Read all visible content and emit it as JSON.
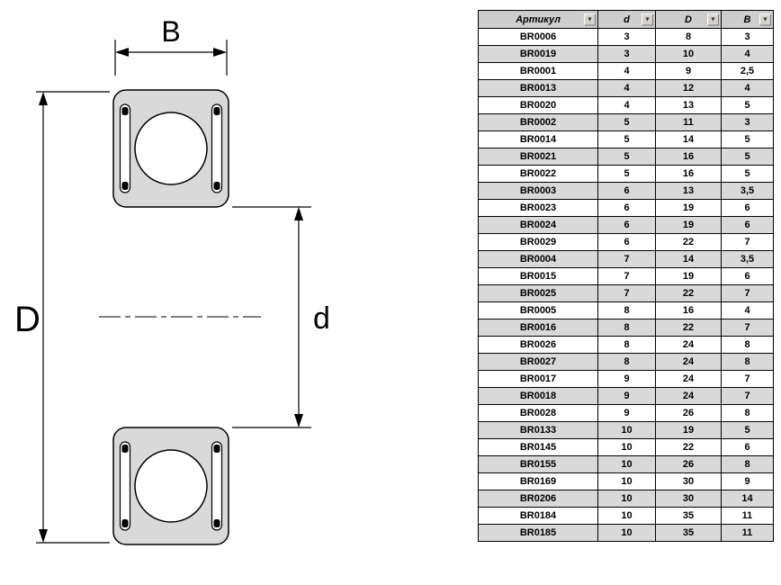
{
  "diagram": {
    "label_B": "B",
    "label_D": "D",
    "label_d": "d"
  },
  "icons": {
    "filter_dropdown": "▼"
  },
  "colors": {
    "header_bg": "#cdcdcd",
    "row_alt": "#d9d9d9",
    "bearing_fill": "#d9d9d9"
  },
  "table": {
    "headers": [
      {
        "key": "article",
        "label": "Артикул"
      },
      {
        "key": "d",
        "label": "d"
      },
      {
        "key": "D",
        "label": "D"
      },
      {
        "key": "B",
        "label": "B"
      }
    ],
    "rows": [
      [
        "BR0006",
        "3",
        "8",
        "3"
      ],
      [
        "BR0019",
        "3",
        "10",
        "4"
      ],
      [
        "BR0001",
        "4",
        "9",
        "2,5"
      ],
      [
        "BR0013",
        "4",
        "12",
        "4"
      ],
      [
        "BR0020",
        "4",
        "13",
        "5"
      ],
      [
        "BR0002",
        "5",
        "11",
        "3"
      ],
      [
        "BR0014",
        "5",
        "14",
        "5"
      ],
      [
        "BR0021",
        "5",
        "16",
        "5"
      ],
      [
        "BR0022",
        "5",
        "16",
        "5"
      ],
      [
        "BR0003",
        "6",
        "13",
        "3,5"
      ],
      [
        "BR0023",
        "6",
        "19",
        "6"
      ],
      [
        "BR0024",
        "6",
        "19",
        "6"
      ],
      [
        "BR0029",
        "6",
        "22",
        "7"
      ],
      [
        "BR0004",
        "7",
        "14",
        "3,5"
      ],
      [
        "BR0015",
        "7",
        "19",
        "6"
      ],
      [
        "BR0025",
        "7",
        "22",
        "7"
      ],
      [
        "BR0005",
        "8",
        "16",
        "4"
      ],
      [
        "BR0016",
        "8",
        "22",
        "7"
      ],
      [
        "BR0026",
        "8",
        "24",
        "8"
      ],
      [
        "BR0027",
        "8",
        "24",
        "8"
      ],
      [
        "BR0017",
        "9",
        "24",
        "7"
      ],
      [
        "BR0018",
        "9",
        "24",
        "7"
      ],
      [
        "BR0028",
        "9",
        "26",
        "8"
      ],
      [
        "BR0133",
        "10",
        "19",
        "5"
      ],
      [
        "BR0145",
        "10",
        "22",
        "6"
      ],
      [
        "BR0155",
        "10",
        "26",
        "8"
      ],
      [
        "BR0169",
        "10",
        "30",
        "9"
      ],
      [
        "BR0206",
        "10",
        "30",
        "14"
      ],
      [
        "BR0184",
        "10",
        "35",
        "11"
      ],
      [
        "BR0185",
        "10",
        "35",
        "11"
      ]
    ]
  }
}
